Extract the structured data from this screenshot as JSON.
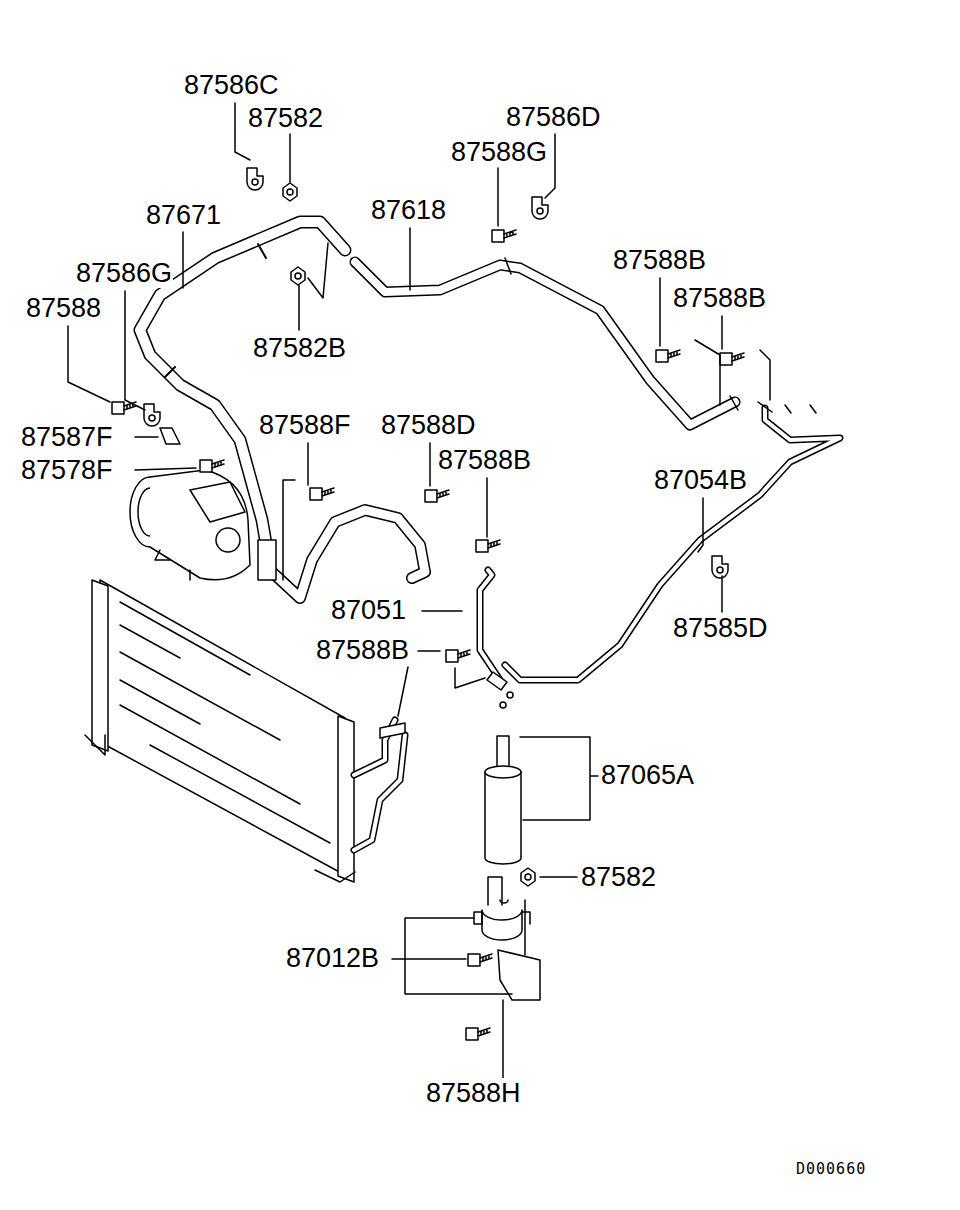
{
  "diagram": {
    "labels": [
      "87586C",
      "87582",
      "87586D",
      "87588G",
      "87671",
      "87618",
      "87586G",
      "87588B",
      "87588B",
      "87588",
      "87582B",
      "87587F",
      "87588F",
      "87588D",
      "87588B",
      "87578F",
      "87054B",
      "87051",
      "87585D",
      "87588B",
      "87065A",
      "87582",
      "87012B",
      "87588H",
      "D000660"
    ]
  }
}
